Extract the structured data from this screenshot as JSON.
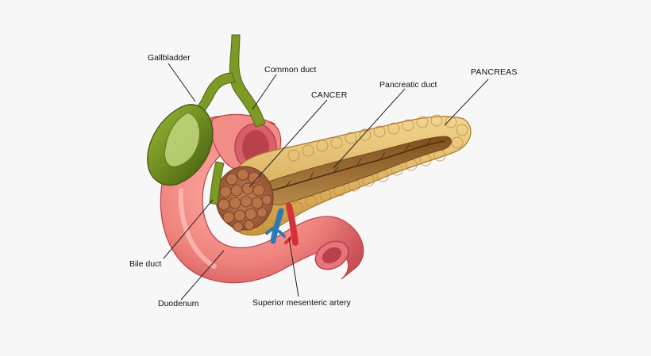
{
  "diagram": {
    "labels": {
      "gallbladder": "Gallbladder",
      "common_duct": "Common duct",
      "cancer": "CANCER",
      "pancreatic_duct": "Pancreatic duct",
      "pancreas": "PANCREAS",
      "bile_duct": "Bile duct",
      "duodenum": "Duodenum",
      "superior_mesenteric_artery": "Superior mesenteric artery"
    },
    "colors": {
      "duodenum": "#ee7f7f",
      "gallbladder": "#6e8a1e",
      "pancreas": "#e2bd6a",
      "pancreatic_duct": "#9b6d2c",
      "tumor": "#a86a43",
      "artery": "#d6303a",
      "vein": "#2f78b4"
    }
  }
}
